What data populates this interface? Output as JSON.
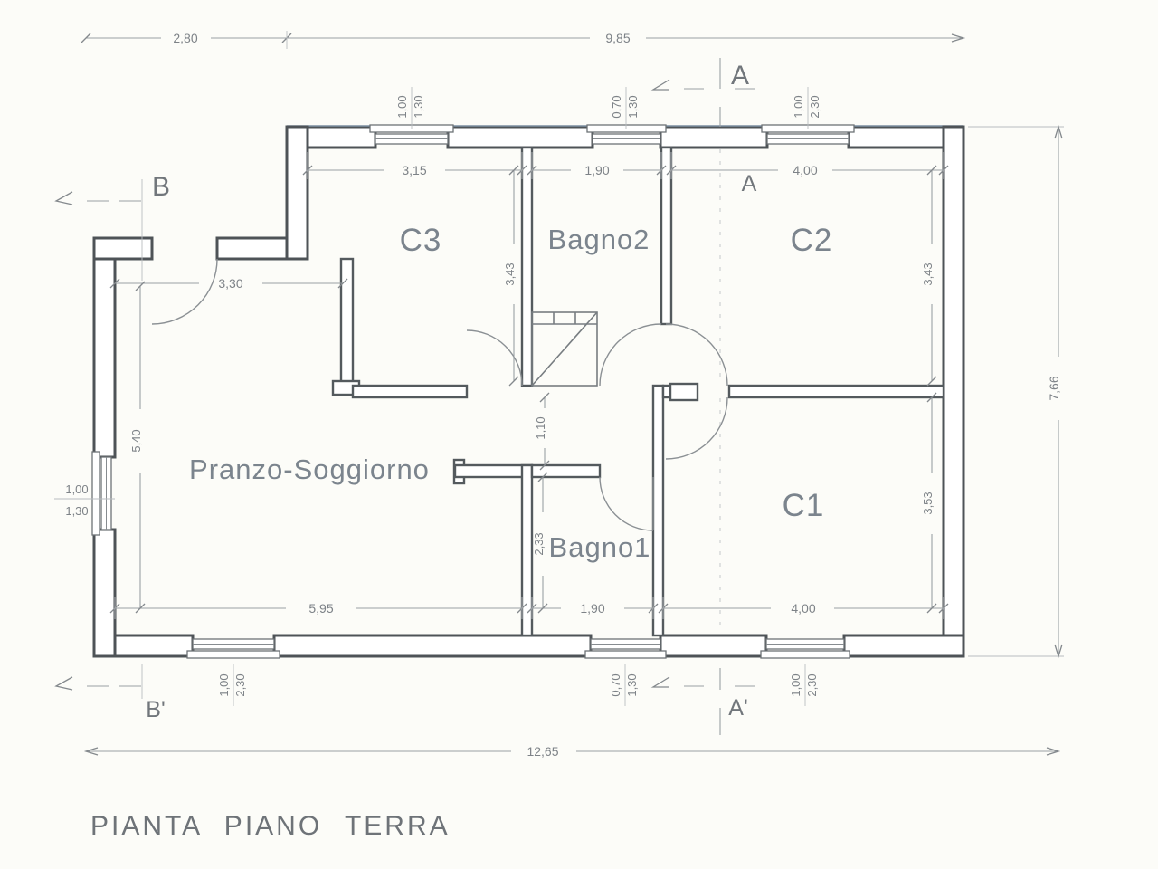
{
  "title": "PIANTA PIANO TERRA",
  "rooms": {
    "c3": "C3",
    "bagno2": "Bagno2",
    "c2": "C2",
    "pranzo_soggiorno": "Pranzo-Soggiorno",
    "bagno1": "Bagno1",
    "c1": "C1"
  },
  "sections": {
    "a_top": "A",
    "a_inner": "A",
    "a_bottom": "A'",
    "b_top": "B",
    "b_bottom": "B'"
  },
  "dimensions": {
    "top_left": "2,80",
    "top_right": "9,85",
    "total_width": "12,65",
    "total_height": "7,66",
    "c3_width": "3,15",
    "bagno2_width": "1,90",
    "c2_width": "4,00",
    "c3_depth": "3,43",
    "c2_depth": "3,43",
    "entry_width": "3,30",
    "soggiorno_depth": "5,40",
    "corridor_width": "1,10",
    "bagno1_depth": "2,33",
    "c1_depth": "3,53",
    "soggiorno_width": "5,95",
    "bagno1_width": "1,90",
    "c1_width": "4,00"
  },
  "windows": {
    "top_c3": {
      "width": "1,00",
      "height": "1,30"
    },
    "top_bagno2": {
      "width": "0,70",
      "height": "1,30"
    },
    "top_c2": {
      "width": "1,00",
      "height": "2,30"
    },
    "left_soggiorno": {
      "width": "1,00",
      "height": "1,30"
    },
    "bottom_soggiorno": {
      "width": "1,00",
      "height": "2,30"
    },
    "bottom_bagno1": {
      "width": "0,70",
      "height": "1,30"
    },
    "bottom_c1": {
      "width": "1,00",
      "height": "2,30"
    }
  },
  "colors": {
    "wall": "#4e5357",
    "line": "#9aa0a4",
    "text": "#7b848d",
    "paper": "#fcfcf8"
  }
}
